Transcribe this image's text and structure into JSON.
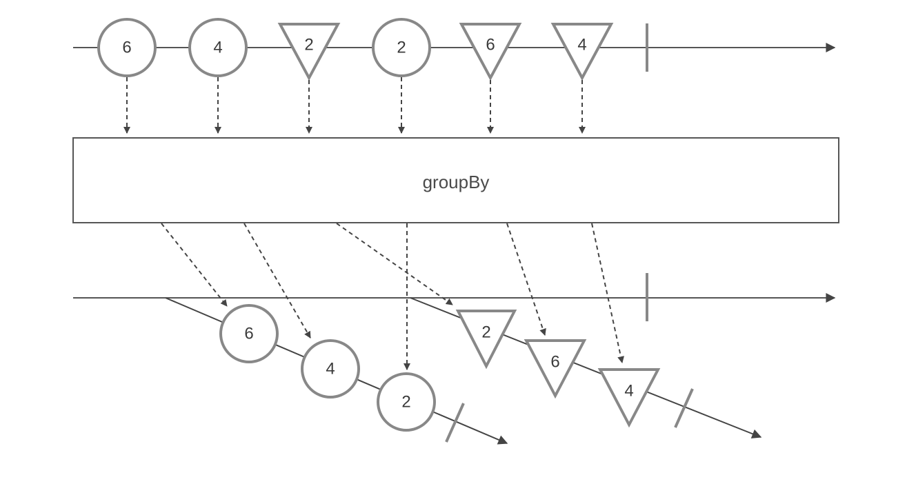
{
  "operator": {
    "label": "groupBy"
  },
  "source": {
    "items": [
      {
        "value": "6",
        "shape": "circle"
      },
      {
        "value": "4",
        "shape": "circle"
      },
      {
        "value": "2",
        "shape": "triangle"
      },
      {
        "value": "2",
        "shape": "circle"
      },
      {
        "value": "6",
        "shape": "triangle"
      },
      {
        "value": "4",
        "shape": "triangle"
      }
    ]
  },
  "groups": [
    {
      "shape": "circle",
      "items": [
        {
          "value": "6"
        },
        {
          "value": "4"
        },
        {
          "value": "2"
        }
      ]
    },
    {
      "shape": "triangle",
      "items": [
        {
          "value": "2"
        },
        {
          "value": "6"
        },
        {
          "value": "4"
        }
      ]
    }
  ],
  "colors": {
    "line": "#444444",
    "shape_stroke": "#888888",
    "text": "#3a3a3a",
    "box_stroke": "#555555"
  }
}
